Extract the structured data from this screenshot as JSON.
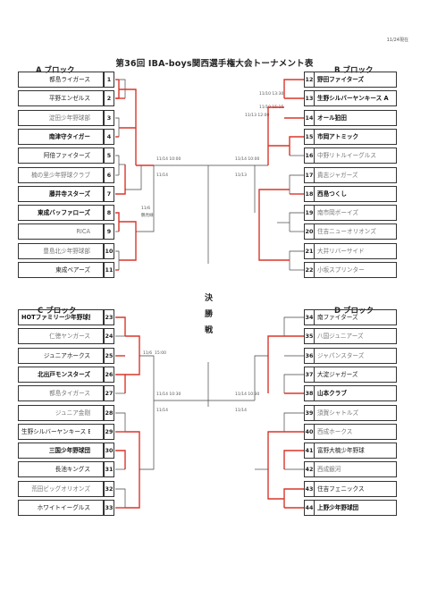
{
  "title": "第36回 IBA-boys関西選手権大会トーナメント表",
  "date_note": "11/24現在",
  "final_label": [
    "決",
    "勝",
    "戦"
  ],
  "blocks": {
    "A": {
      "title": "A ブロック",
      "teams": [
        {
          "num": "1",
          "name": "都島ライガース"
        },
        {
          "num": "2",
          "name": "平野エンゼルス"
        },
        {
          "num": "3",
          "name": "淀田少年野球部"
        },
        {
          "num": "4",
          "name": "南津守タイガー"
        },
        {
          "num": "5",
          "name": "阿倍ファイターズ"
        },
        {
          "num": "6",
          "name": "楠の里少年野球クラブ"
        },
        {
          "num": "7",
          "name": "藤井寺スターズ"
        },
        {
          "num": "8",
          "name": "東成バッファローズ"
        },
        {
          "num": "9",
          "name": "RICA"
        },
        {
          "num": "10",
          "name": "豊島北少年野球部"
        },
        {
          "num": "11",
          "name": "東成ベアーズ"
        }
      ]
    },
    "B": {
      "title": "B ブロック",
      "teams": [
        {
          "num": "12",
          "name": "野田ファイターズ"
        },
        {
          "num": "13",
          "name": "生野シルバーヤンキース A"
        },
        {
          "num": "14",
          "name": "オール狛田"
        },
        {
          "num": "15",
          "name": "市岡アトミック"
        },
        {
          "num": "16",
          "name": "中野リトルイーグルス"
        },
        {
          "num": "17",
          "name": "貴志ジャガーズ"
        },
        {
          "num": "18",
          "name": "西島つくし"
        },
        {
          "num": "19",
          "name": "南市岡ボーイズ"
        },
        {
          "num": "20",
          "name": "住吉ニューオリオンズ"
        },
        {
          "num": "21",
          "name": "大井リバーサイド"
        },
        {
          "num": "22",
          "name": "小坂スプリンター"
        }
      ]
    },
    "C": {
      "title": "C ブロック",
      "teams": [
        {
          "num": "23",
          "name": "HOTファミリー少年野球部"
        },
        {
          "num": "24",
          "name": "仁徳ヤンガース"
        },
        {
          "num": "25",
          "name": "ジュニアホークス"
        },
        {
          "num": "26",
          "name": "北出戸モンスターズ"
        },
        {
          "num": "27",
          "name": "都島タイガース"
        },
        {
          "num": "28",
          "name": "ジュニア金剛"
        },
        {
          "num": "29",
          "name": "生野シルバーヤンキース B"
        },
        {
          "num": "30",
          "name": "三国少年野球団"
        },
        {
          "num": "31",
          "name": "長池キングス"
        },
        {
          "num": "32",
          "name": "荒田ビッグオリオンズ"
        },
        {
          "num": "33",
          "name": "ホワイトイーグルス"
        }
      ]
    },
    "D": {
      "title": "D ブロック",
      "teams": [
        {
          "num": "34",
          "name": "南ファイターズ"
        },
        {
          "num": "35",
          "name": "八国ジュニアーズ"
        },
        {
          "num": "36",
          "name": "ジャパンスターズ"
        },
        {
          "num": "37",
          "name": "大淀ジャガーズ"
        },
        {
          "num": "38",
          "name": "山本クラブ"
        },
        {
          "num": "39",
          "name": "須賀シャトルズ"
        },
        {
          "num": "40",
          "name": "西成ホークス"
        },
        {
          "num": "41",
          "name": "富野大楠少年野球"
        },
        {
          "num": "42",
          "name": "西成銀河"
        },
        {
          "num": "43",
          "name": "住吉フェニックス"
        },
        {
          "num": "44",
          "name": "上野少年野球団"
        }
      ]
    }
  },
  "notes": {
    "a1": "11/14 10:00",
    "a2": "11/6",
    "a3": "鶴見緑",
    "a4": "11/14",
    "a5": "11/14",
    "b1": "11/14 10:00",
    "b2": "11/10 13:30",
    "b3": "11/10 15:15",
    "b4": "11/13 12:00",
    "b5": "11/13",
    "c1": "11/6",
    "c2": "15:00",
    "c3": "11/14 10:30",
    "c4": "11/14",
    "d1": "11/14 10:30",
    "d2": "11/14"
  }
}
